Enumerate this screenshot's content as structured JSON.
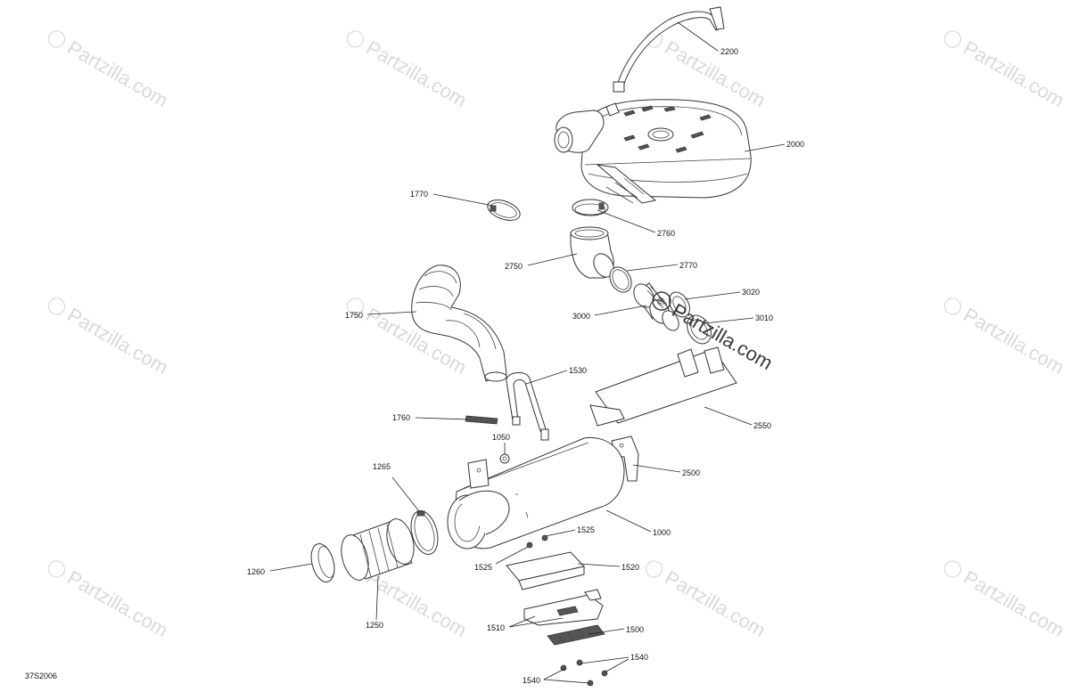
{
  "watermark": {
    "text": "Partzilla.com",
    "symbol": "©"
  },
  "diagram_code": "37S2006",
  "callouts": [
    {
      "id": "2200",
      "label": "2200"
    },
    {
      "id": "2000",
      "label": "2000"
    },
    {
      "id": "1770",
      "label": "1770"
    },
    {
      "id": "2760",
      "label": "2760"
    },
    {
      "id": "2750",
      "label": "2750"
    },
    {
      "id": "2770",
      "label": "2770"
    },
    {
      "id": "3020",
      "label": "3020"
    },
    {
      "id": "3000",
      "label": "3000"
    },
    {
      "id": "3010",
      "label": "3010"
    },
    {
      "id": "1750",
      "label": "1750"
    },
    {
      "id": "1530",
      "label": "1530"
    },
    {
      "id": "2550",
      "label": "2550"
    },
    {
      "id": "1760",
      "label": "1760"
    },
    {
      "id": "1050",
      "label": "1050"
    },
    {
      "id": "2500",
      "label": "2500"
    },
    {
      "id": "1265",
      "label": "1265"
    },
    {
      "id": "1000",
      "label": "1000"
    },
    {
      "id": "1525a",
      "label": "1525"
    },
    {
      "id": "1525b",
      "label": "1525"
    },
    {
      "id": "1520",
      "label": "1520"
    },
    {
      "id": "1260",
      "label": "1260"
    },
    {
      "id": "1250",
      "label": "1250"
    },
    {
      "id": "1510",
      "label": "1510"
    },
    {
      "id": "1500",
      "label": "1500"
    },
    {
      "id": "1540a",
      "label": "1540"
    },
    {
      "id": "1540b",
      "label": "1540"
    }
  ]
}
